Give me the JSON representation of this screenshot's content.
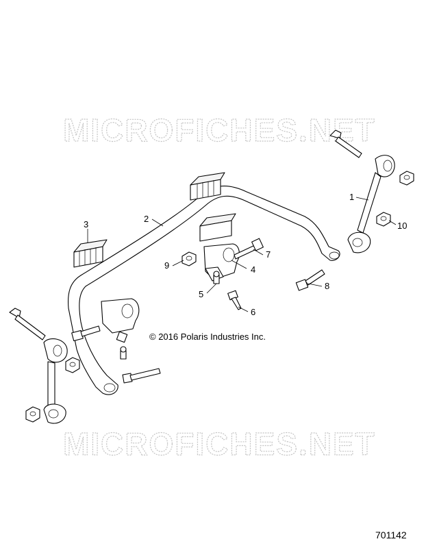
{
  "watermark": {
    "text": "MICROFICHES.NET"
  },
  "copyright": "© 2016 Polaris Industries Inc.",
  "document_number": "701142",
  "callouts": {
    "c1": "1",
    "c2": "2",
    "c3": "3",
    "c4": "4",
    "c5": "5",
    "c6": "6",
    "c7": "7",
    "c8": "8",
    "c9": "9",
    "c10": "10"
  }
}
